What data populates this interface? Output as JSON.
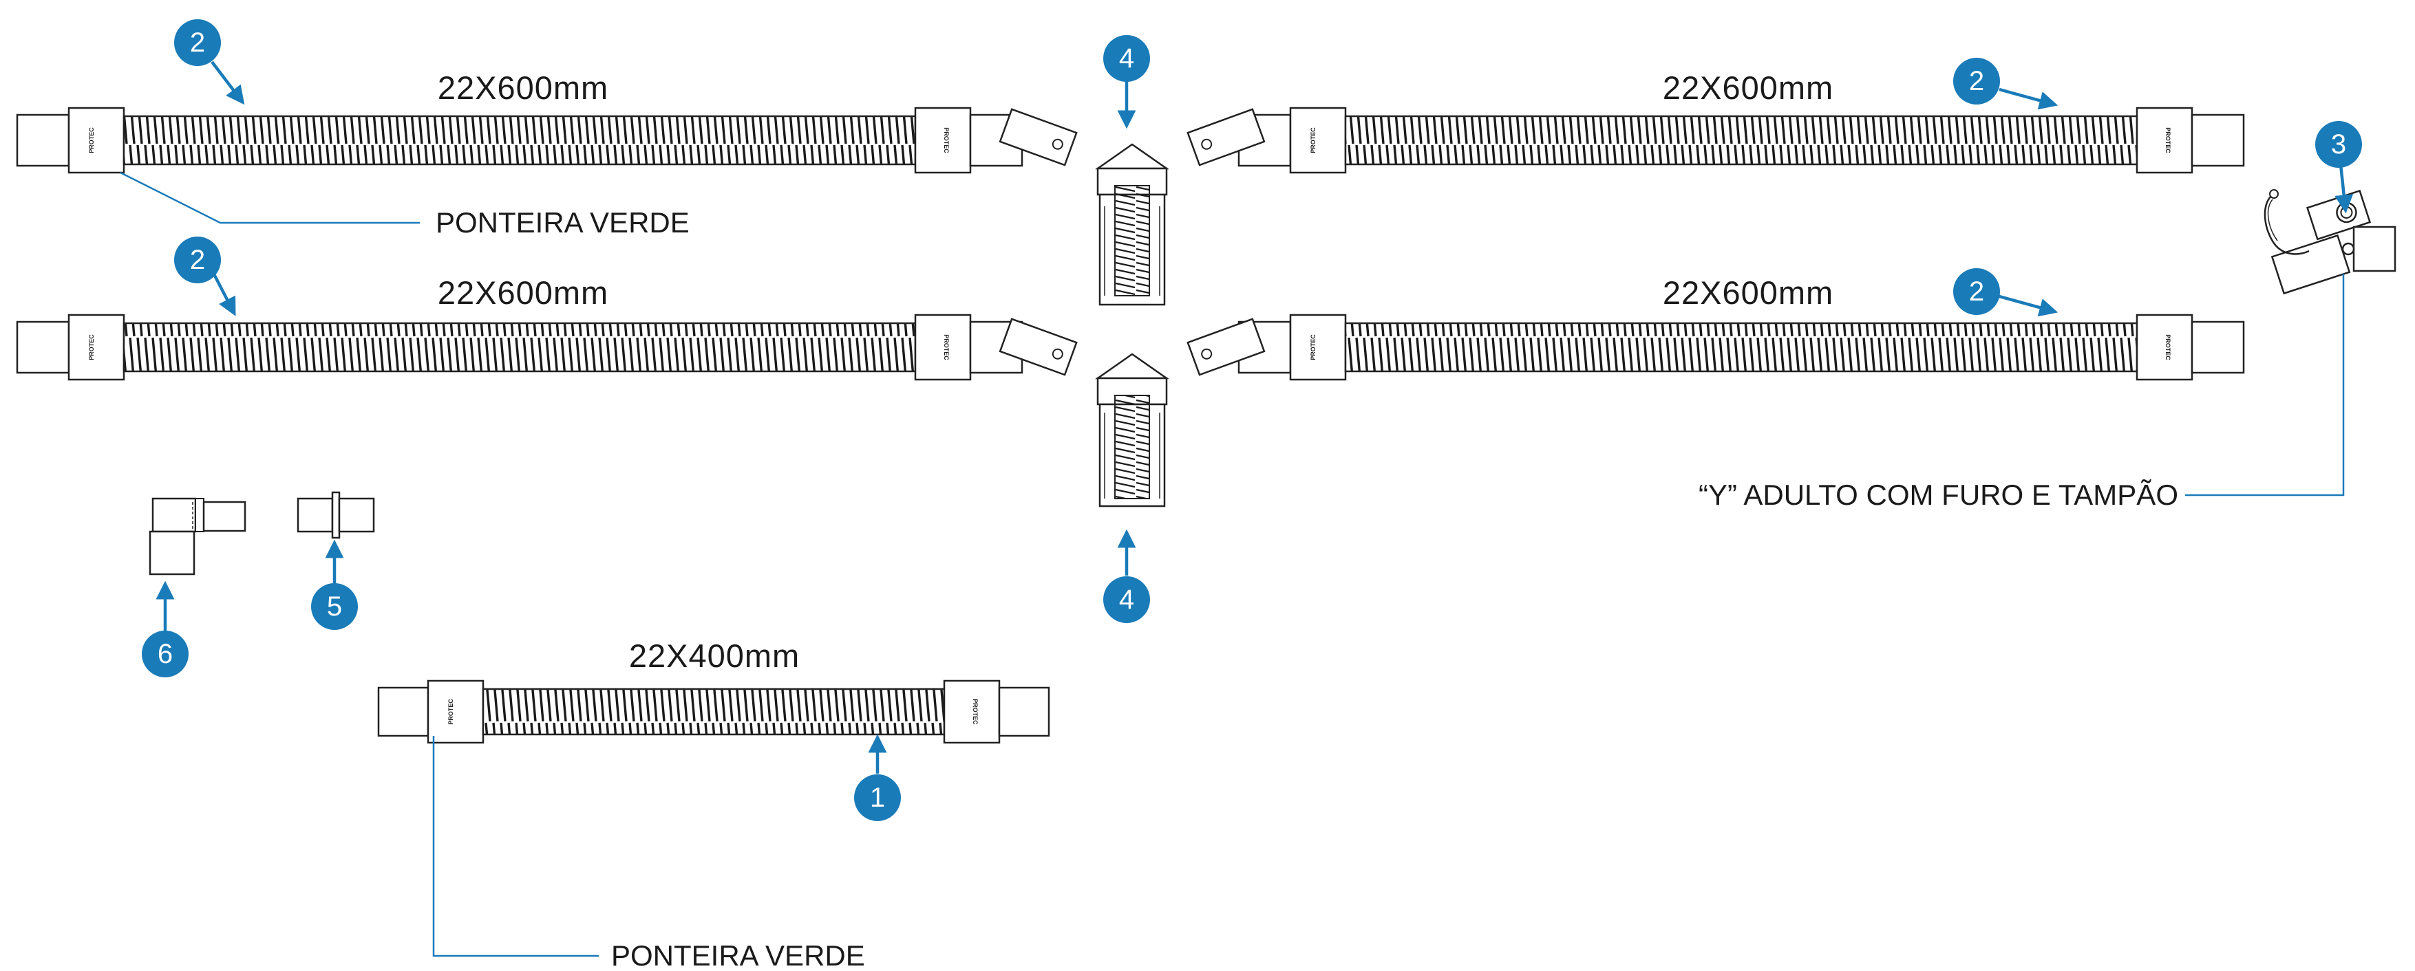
{
  "colors": {
    "accent": "#1a7bb9",
    "line": "#222222",
    "bg": "#ffffff"
  },
  "labels": {
    "hose_top_left": "22X600mm",
    "hose_mid_left": "22X600mm",
    "hose_top_right": "22X600mm",
    "hose_mid_right": "22X600mm",
    "hose_short": "22X400mm",
    "ponteira_top": "PONTEIRA VERDE",
    "ponteira_bottom": "PONTEIRA VERDE",
    "y_adapter": "“Y” ADULTO COM FURO E TAMPÃO",
    "brand": "PROTEC"
  },
  "callouts": {
    "c1": "1",
    "c2a": "2",
    "c2b": "2",
    "c2c": "2",
    "c2d": "2",
    "c3": "3",
    "c4a": "4",
    "c4b": "4",
    "c5": "5",
    "c6": "6"
  },
  "icons": {
    "hose": "corrugated-hose-icon",
    "trap": "water-trap-icon",
    "y_piece": "y-connector-icon",
    "straight_connector": "straight-connector-icon",
    "elbow_connector": "elbow-connector-icon"
  }
}
